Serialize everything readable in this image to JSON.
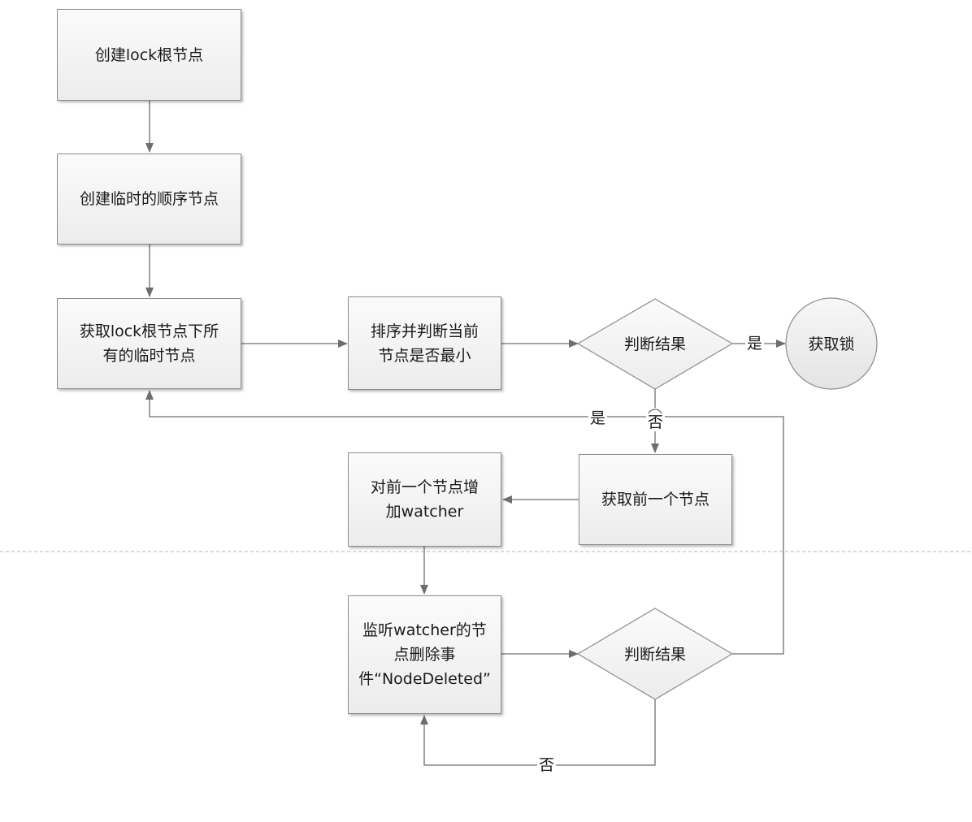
{
  "nodes": {
    "create_lock_root": "创建lock根节点",
    "create_ephemeral_seq": "创建临时的顺序节点",
    "get_children": "获取lock根节点下所\n有的临时节点",
    "sort_check_min": "排序并判断当前\n节点是否最小",
    "decision_top": "判断结果",
    "acquire_lock": "获取锁",
    "get_previous": "获取前一个节点",
    "watch_previous": "对前一个节点增\n加watcher",
    "listen_delete": "监听watcher的节\n点删除事\n件“NodeDeleted”",
    "decision_bottom": "判断结果"
  },
  "edge_labels": {
    "yes_acquire": "是",
    "no_top": "否",
    "yes_back": "是",
    "no_bottom": "否"
  }
}
